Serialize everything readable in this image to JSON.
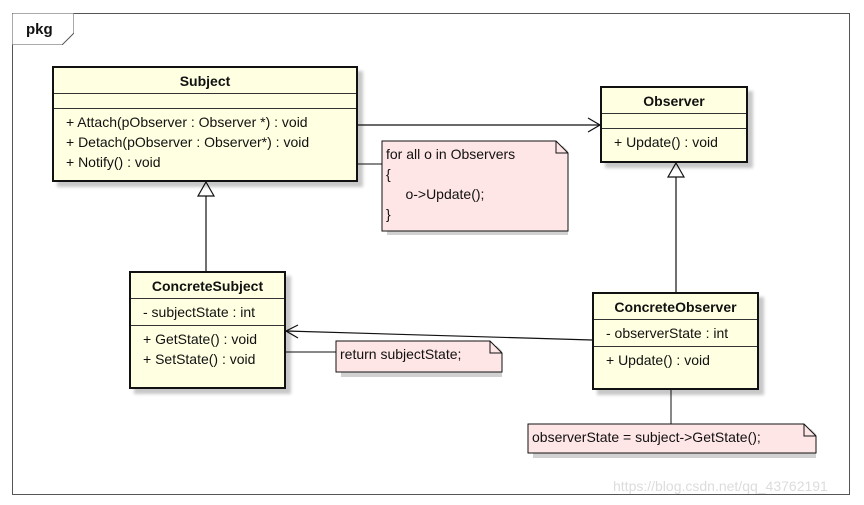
{
  "package": {
    "label": "pkg"
  },
  "subject": {
    "name": "Subject",
    "attributes": [],
    "operations": [
      "+ Attach(pObserver : Observer *) : void",
      "+ Detach(pObserver : Observer*) : void",
      "+ Notify() : void"
    ]
  },
  "observer": {
    "name": "Observer",
    "attributes": [],
    "operations": [
      "+ Update() : void"
    ]
  },
  "concrete_subject": {
    "name": "ConcreteSubject",
    "attributes": [
      "- subjectState : int"
    ],
    "operations": [
      "+ GetState() : void",
      "+ SetState() : void"
    ]
  },
  "concrete_observer": {
    "name": "ConcreteObserver",
    "attributes": [
      "- observerState : int"
    ],
    "operations": [
      "+ Update() : void"
    ]
  },
  "notes": {
    "notify": [
      "for all o in Observers",
      "{",
      "     o->Update();",
      "}"
    ],
    "get_state": [
      "return subjectState;"
    ],
    "update": [
      "observerState = subject->GetState();"
    ]
  },
  "colors": {
    "class_fill": "#ffffe1",
    "note_fill": "#ffe6e6",
    "line": "#111111"
  },
  "watermark": "https://blog.csdn.net/qq_43762191"
}
